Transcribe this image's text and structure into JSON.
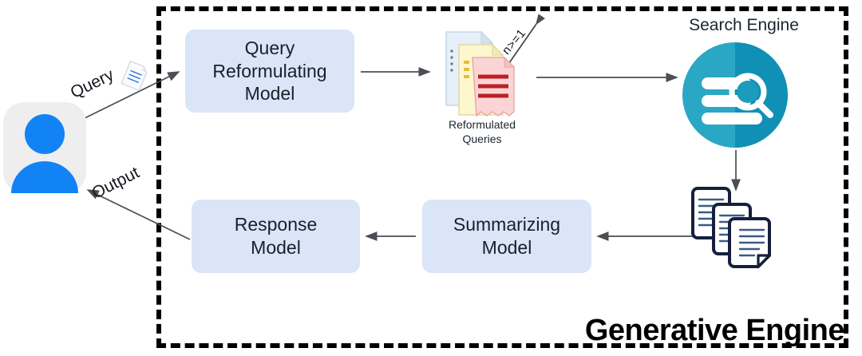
{
  "boundary": {
    "title": "Generative Engine",
    "style": "dashed",
    "color": "#000000"
  },
  "actors": {
    "user": {
      "icon": "user-avatar-icon",
      "avatar_color": "#1183f5",
      "background_color": "#eeeeee"
    }
  },
  "edges": {
    "query_label": "Query",
    "output_label": "Output",
    "fanout_label": "n>=1"
  },
  "nodes": {
    "query_reformulating_model": {
      "label": "Query\nReformulating\nModel",
      "line1": "Query",
      "line2": "Reformulating",
      "line3": "Model",
      "fill": "#dbe5f8"
    },
    "reformulated_queries": {
      "label": "Reformulated\nQueries",
      "line1": "Reformulated",
      "line2": "Queries",
      "icon": "document-stack-icon",
      "doc_colors": [
        "#dde8f4",
        "#faf3c0",
        "#f7cfcf"
      ]
    },
    "search_engine": {
      "label": "Search Engine",
      "icon": "search-engine-icon",
      "color_light": "#2aa7c4",
      "color_dark": "#0f90b4"
    },
    "retrieved_documents": {
      "icon": "documents-icon",
      "outline_color": "#16203c",
      "count": 3
    },
    "summarizing_model": {
      "label": "Summarizing\nModel",
      "line1": "Summarizing",
      "line2": "Model",
      "fill": "#dbe5f8"
    },
    "response_model": {
      "label": "Response\nModel",
      "line1": "Response",
      "line2": "Model",
      "fill": "#dbe5f8"
    }
  },
  "chart_data": {
    "type": "diagram",
    "title": "Generative Engine",
    "nodes": [
      {
        "id": "user",
        "label": "",
        "type": "actor"
      },
      {
        "id": "query_reformulating_model",
        "label": "Query Reformulating Model",
        "type": "process"
      },
      {
        "id": "reformulated_queries",
        "label": "Reformulated Queries",
        "type": "artifact"
      },
      {
        "id": "search_engine",
        "label": "Search Engine",
        "type": "service"
      },
      {
        "id": "retrieved_documents",
        "label": "",
        "type": "artifact"
      },
      {
        "id": "summarizing_model",
        "label": "Summarizing Model",
        "type": "process"
      },
      {
        "id": "response_model",
        "label": "Response Model",
        "type": "process"
      }
    ],
    "edges": [
      {
        "from": "user",
        "to": "query_reformulating_model",
        "label": "Query"
      },
      {
        "from": "query_reformulating_model",
        "to": "reformulated_queries",
        "label": "n>=1"
      },
      {
        "from": "reformulated_queries",
        "to": "search_engine",
        "label": ""
      },
      {
        "from": "search_engine",
        "to": "retrieved_documents",
        "label": ""
      },
      {
        "from": "retrieved_documents",
        "to": "summarizing_model",
        "label": ""
      },
      {
        "from": "summarizing_model",
        "to": "response_model",
        "label": ""
      },
      {
        "from": "response_model",
        "to": "user",
        "label": "Output"
      }
    ]
  }
}
